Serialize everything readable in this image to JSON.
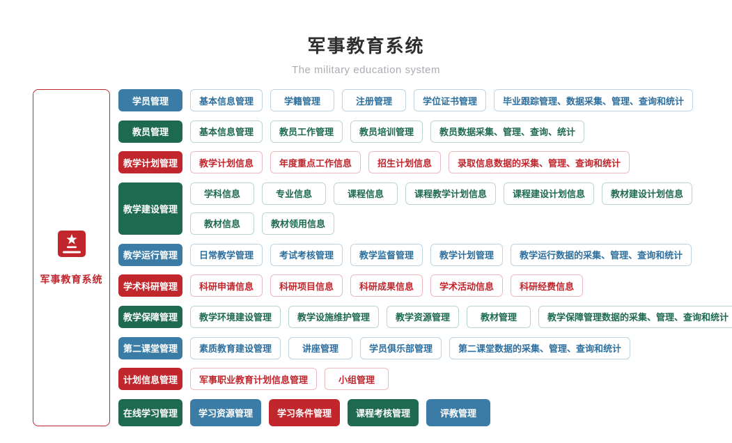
{
  "header": {
    "title": "军事教育系统",
    "subtitle": "The military education system"
  },
  "root": {
    "label": "军事教育系统",
    "icon": "red-book-with-star"
  },
  "theme": {
    "blue": "#3a7ca6",
    "green": "#1d6a50",
    "red": "#c1262d",
    "title_color": "#2e2e2e",
    "subtitle_color": "#a9adb2"
  },
  "rows": [
    {
      "category": {
        "label": "学员管理",
        "color": "blue"
      },
      "lines": [
        [
          {
            "label": "基本信息管理",
            "color": "blue"
          },
          {
            "label": "学籍管理",
            "color": "blue"
          },
          {
            "label": "注册管理",
            "color": "blue"
          },
          {
            "label": "学位证书管理",
            "color": "blue"
          },
          {
            "label": "毕业跟踪管理、数据采集、管理、查询和统计",
            "color": "blue"
          }
        ]
      ]
    },
    {
      "category": {
        "label": "教员管理",
        "color": "green"
      },
      "lines": [
        [
          {
            "label": "基本信息管理",
            "color": "green"
          },
          {
            "label": "教员工作管理",
            "color": "green"
          },
          {
            "label": "教员培训管理",
            "color": "green"
          },
          {
            "label": "教员数据采集、管理、查询、统计",
            "color": "green"
          }
        ]
      ]
    },
    {
      "category": {
        "label": "教学计划管理",
        "color": "red"
      },
      "lines": [
        [
          {
            "label": "教学计划信息",
            "color": "red"
          },
          {
            "label": "年度重点工作信息",
            "color": "red"
          },
          {
            "label": "招生计划信息",
            "color": "red"
          },
          {
            "label": "录取信息数据的采集、管理、查询和统计",
            "color": "red"
          }
        ]
      ]
    },
    {
      "category": {
        "label": "教学建设管理",
        "color": "green"
      },
      "lines": [
        [
          {
            "label": "学科信息",
            "color": "green"
          },
          {
            "label": "专业信息",
            "color": "green"
          },
          {
            "label": "课程信息",
            "color": "green"
          },
          {
            "label": "课程教学计划信息",
            "color": "green"
          },
          {
            "label": "课程建设计划信息",
            "color": "green"
          },
          {
            "label": "教材建设计划信息",
            "color": "green"
          }
        ],
        [
          {
            "label": "教材信息",
            "color": "green"
          },
          {
            "label": "教材领用信息",
            "color": "green"
          }
        ]
      ]
    },
    {
      "category": {
        "label": "教学运行管理",
        "color": "blue"
      },
      "lines": [
        [
          {
            "label": "日常教学管理",
            "color": "blue"
          },
          {
            "label": "考试考核管理",
            "color": "blue"
          },
          {
            "label": "教学监督管理",
            "color": "blue"
          },
          {
            "label": "教学计划管理",
            "color": "blue"
          },
          {
            "label": "教学运行数据的采集、管理、查询和统计",
            "color": "blue"
          }
        ]
      ]
    },
    {
      "category": {
        "label": "学术科研管理",
        "color": "red"
      },
      "lines": [
        [
          {
            "label": "科研申请信息",
            "color": "red"
          },
          {
            "label": "科研项目信息",
            "color": "red"
          },
          {
            "label": "科研成果信息",
            "color": "red"
          },
          {
            "label": "学术活动信息",
            "color": "red"
          },
          {
            "label": "科研经费信息",
            "color": "red"
          }
        ]
      ]
    },
    {
      "category": {
        "label": "教学保障管理",
        "color": "green"
      },
      "lines": [
        [
          {
            "label": "教学环境建设管理",
            "color": "green"
          },
          {
            "label": "教学设施维护管理",
            "color": "green"
          },
          {
            "label": "教学资源管理",
            "color": "green"
          },
          {
            "label": "教材管理",
            "color": "green"
          },
          {
            "label": "教学保障管理数据的采集、管理、查询和统计",
            "color": "green"
          }
        ]
      ]
    },
    {
      "category": {
        "label": "第二课堂管理",
        "color": "blue"
      },
      "lines": [
        [
          {
            "label": "素质教育建设管理",
            "color": "blue"
          },
          {
            "label": "讲座管理",
            "color": "blue"
          },
          {
            "label": "学员俱乐部管理",
            "color": "blue"
          },
          {
            "label": "第二课堂数据的采集、管理、查询和统计",
            "color": "blue"
          }
        ]
      ]
    },
    {
      "category": {
        "label": "计划信息管理",
        "color": "red"
      },
      "lines": [
        [
          {
            "label": "军事职业教育计划信息管理",
            "color": "red"
          },
          {
            "label": "小组管理",
            "color": "red"
          }
        ]
      ]
    },
    {
      "category": {
        "label": "在线学习管理",
        "color": "green"
      },
      "lines": [
        [
          {
            "label": "学习资源管理",
            "color": "blue",
            "variant": "solid"
          },
          {
            "label": "学习条件管理",
            "color": "red",
            "variant": "solid"
          },
          {
            "label": "课程考核管理",
            "color": "green",
            "variant": "solid"
          },
          {
            "label": "评教管理",
            "color": "blue",
            "variant": "solid"
          }
        ]
      ]
    }
  ]
}
